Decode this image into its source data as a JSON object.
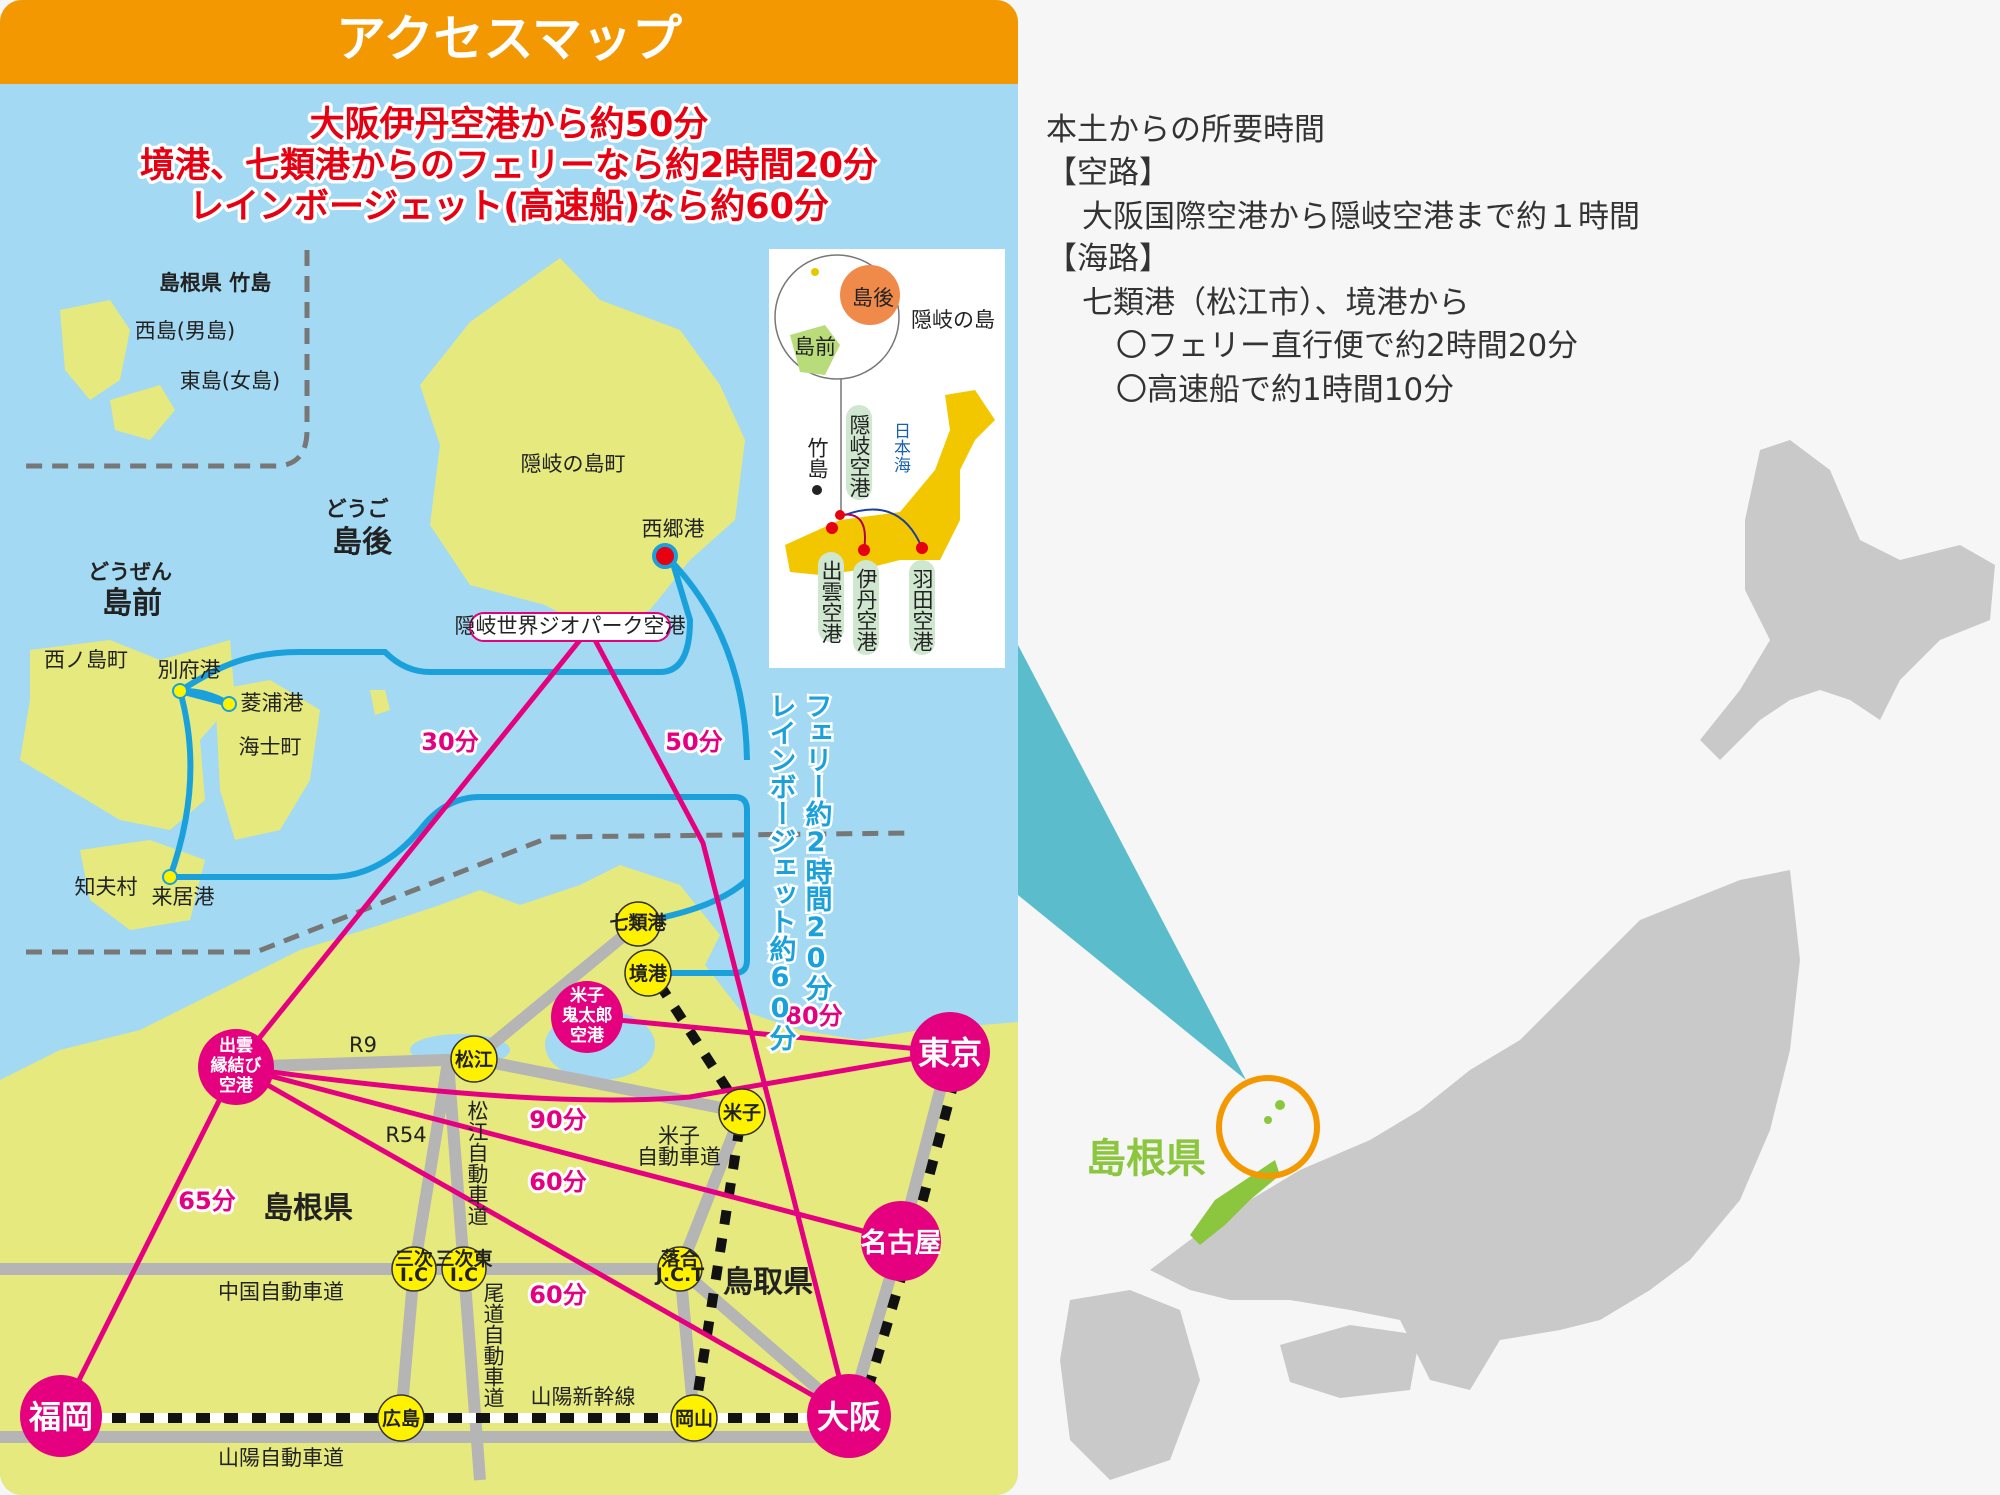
{
  "header": {
    "title": "アクセスマップ"
  },
  "headline": {
    "lines": [
      "大阪伊丹空港から約50分",
      "境港、七類港からのフェリーなら約2時間20分",
      "レインボージェット(高速船)なら約60分"
    ]
  },
  "takeshima": {
    "title": "島根県 竹島",
    "nishijima": "西島(男島)",
    "higashijima": "東島(女島)"
  },
  "islands": {
    "dogo_reading": "どうご",
    "dogo": "島後",
    "dozen_reading": "どうぜん",
    "dozen": "島前",
    "okinoshima_town": "隠岐の島町",
    "nishinoshima_town": "西ノ島町",
    "ama_town": "海士町",
    "chibu_village": "知夫村"
  },
  "ports": {
    "saigo": "西郷港",
    "beppu": "別府港",
    "hishiura": "菱浦港",
    "kuri": "来居港",
    "shichirui": "七類港",
    "sakai": "境港"
  },
  "airports": {
    "oki": "隠岐世界ジオパーク空港",
    "yonago": [
      "米子",
      "鬼太郎",
      "空港"
    ],
    "izumo": [
      "出雲",
      "縁結び",
      "空港"
    ]
  },
  "ferry_text": {
    "ferry": "フェリー約2時間20分",
    "rainbow": "レインボージェット約60分"
  },
  "times": {
    "oki_izumo": "30分",
    "oki_osaka": "50分",
    "yonago_tokyo": "80分",
    "izumo_tokyo": "90分",
    "izumo_nagoya": "60分",
    "izumo_osaka": "60分",
    "izumo_fukuoka": "65分"
  },
  "cities": {
    "matsue": "松江",
    "yonago": "米子",
    "fukuoka": "福岡",
    "osaka": "大阪",
    "nagoya": "名古屋",
    "tokyo": "東京",
    "hiroshima": "広島",
    "okayama": "岡山",
    "miyoshi_ic": [
      "三次",
      "I.C"
    ],
    "miyoshi_higashi_ic": [
      "三次東",
      "I.C"
    ],
    "ochiai_jct": [
      "落合",
      "J.C.T"
    ]
  },
  "roads": {
    "r9": "R9",
    "r54": "R54",
    "matsue_exp": "松江自動車道",
    "yonago_exp": [
      "米子",
      "自動車道"
    ],
    "chugoku_exp": "中国自動車道",
    "onomichi_exp": "尾道自動車道",
    "sanyo_shinkansen": "山陽新幹線",
    "sanyo_exp": "山陽自動車道"
  },
  "prefectures": {
    "shimane": "島根県",
    "tottori": "鳥取県"
  },
  "inset": {
    "dogo": "島後",
    "dozen": "島前",
    "oki_islands": "隠岐の島",
    "takeshima": "竹島",
    "oki_airport": "隠岐空港",
    "sea": "日本海",
    "izumo_airport": "出雲空港",
    "itami_airport": "伊丹空港",
    "haneda_airport": "羽田空港"
  },
  "info": {
    "title": "本土からの所要時間",
    "air_heading": "【空路】",
    "air_detail": "大阪国際空港から隠岐空港まで約１時間",
    "sea_heading": "【海路】",
    "sea_from": "七類港（松江市）、境港から",
    "ferry": "〇フェリー直行便で約2時間20分",
    "highspeed": "〇高速船で約1時間10分"
  },
  "japan_map": {
    "shimane_label": "島根県"
  },
  "colors": {
    "header": "#f39800",
    "sea": "#a3d9f2",
    "land": "#e6e97e",
    "route_air": "#e5007f",
    "route_sea": "#1aa1dc",
    "headline": "#e60012",
    "shimane_green": "#8cc63f",
    "japan_gray": "#c9c9c9",
    "highlight_circle": "#f39800"
  }
}
